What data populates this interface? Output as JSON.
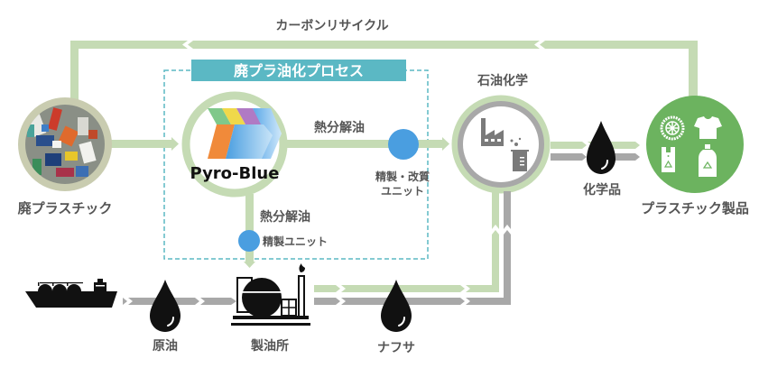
{
  "title": "廃プラスチック油化・カーボンリサイクルフロー",
  "colors": {
    "green_flow": "#c5dbb4",
    "gray_flow": "#a8a8a8",
    "teal_banner": "#5bb8c4",
    "teal_dash": "#5bb8c4",
    "blue_unit": "#4a9ee0",
    "product_green": "#6cb35f",
    "label_gray": "#555555",
    "icon_black": "#111111"
  },
  "labels": {
    "carbon_recycle": "カーボンリサイクル",
    "process_banner": "廃プラ油化プロセス",
    "waste_plastic": "廃プラスチック",
    "pyro_blue": "Pyro-Blue",
    "pyrolysis_oil_right": "熱分解油",
    "pyrolysis_oil_down": "熱分解油",
    "refine_reform_unit_line1": "精製・改質",
    "refine_reform_unit_line2": "ユニット",
    "refine_unit": "精製ユニット",
    "petrochemical": "石油化学",
    "chemicals": "化学品",
    "plastic_products": "プラスチック製品",
    "crude_oil": "原油",
    "refinery": "製油所",
    "naphtha": "ナフサ"
  },
  "icons": {
    "waste_plastic_photo": "waste-plastic-photo",
    "pyro_blue_logo": "chevron-logo",
    "unit_marker": "blue-dot",
    "factory": "factory-icon",
    "beaker": "beaker-icon",
    "oil_drop": "oil-drop-icon",
    "tire": "tire-icon",
    "shirt": "t-shirt-icon",
    "bag": "plastic-bag-icon",
    "bottle": "bottle-icon",
    "tanker": "tanker-ship-icon",
    "refinery": "refinery-icon"
  }
}
